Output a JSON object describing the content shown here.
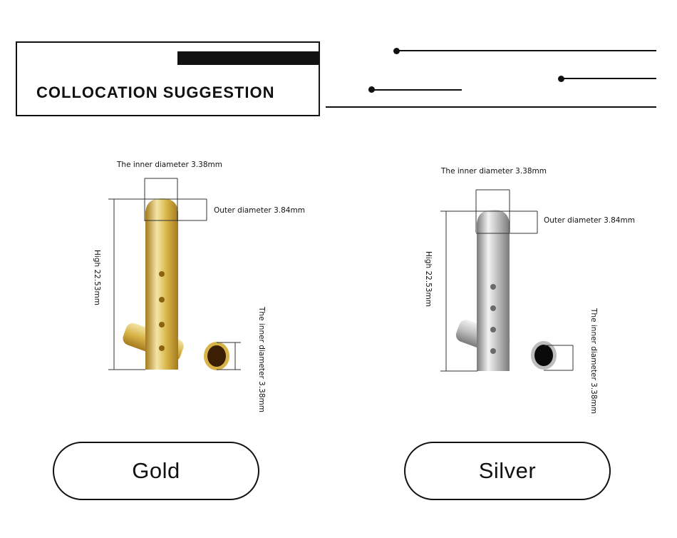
{
  "header": {
    "title": "COLLOCATION SUGGESTION"
  },
  "products": [
    {
      "variant": "Gold",
      "inner_diameter_top": "The inner diameter 3.38mm",
      "outer_diameter": "Outer diameter 3.84mm",
      "height": "High 22.53mm",
      "inner_diameter_side": "The inner diameter 3.38mm",
      "color_light": "#f4e6a8",
      "color_mid": "#d8b448",
      "color_dark": "#a37a1e"
    },
    {
      "variant": "Silver",
      "inner_diameter_top": "The inner diameter 3.38mm",
      "outer_diameter": "Outer diameter 3.84mm",
      "height": "High 22.53mm",
      "inner_diameter_side": "The inner diameter 3.38mm",
      "color_light": "#f2f2f2",
      "color_mid": "#bdbdbd",
      "color_dark": "#7a7a7a"
    }
  ]
}
